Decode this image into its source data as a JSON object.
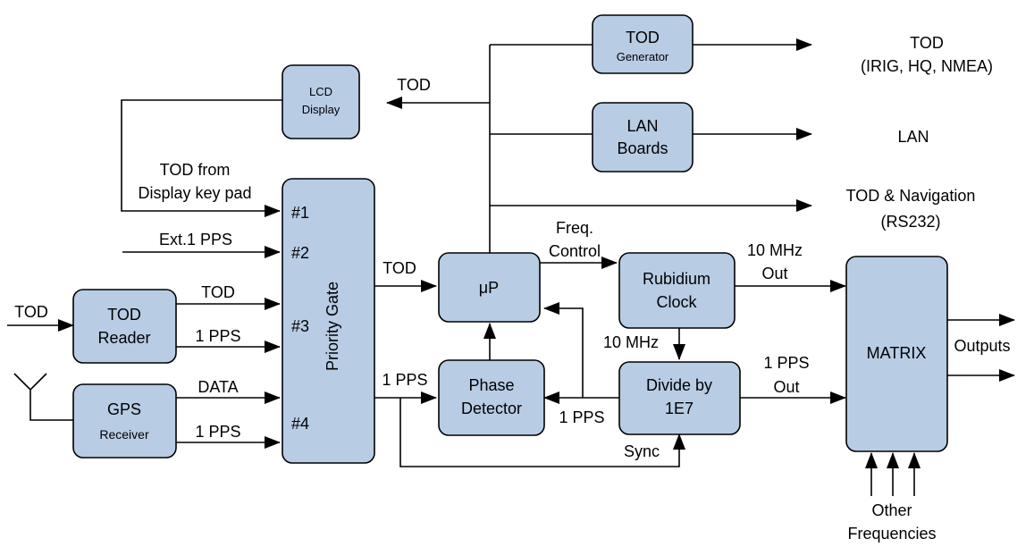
{
  "blocks": {
    "tod_generator": [
      "TOD",
      "Generator"
    ],
    "lcd_display": [
      "LCD",
      "Display"
    ],
    "lan_boards": [
      "LAN",
      "Boards"
    ],
    "priority_gate": "Priority Gate",
    "up": "μP",
    "rubidium_clock": [
      "Rubidium",
      "Clock"
    ],
    "tod_reader": [
      "TOD",
      "Reader"
    ],
    "gps_receiver": [
      "GPS",
      "Receiver"
    ],
    "phase_detector": [
      "Phase",
      "Detector"
    ],
    "divide_by": [
      "Divide by",
      "1E7"
    ],
    "matrix": "MATRIX"
  },
  "gate_inputs": [
    "#1",
    "#2",
    "#3",
    "#4"
  ],
  "labels": {
    "out_tod": [
      "TOD",
      "(IRIG, HQ, NMEA)"
    ],
    "out_lan": "LAN",
    "out_nav": [
      "TOD & Navigation",
      "(RS232)"
    ],
    "tod_to_lcd": "TOD",
    "tod_from_keypad": [
      "TOD from",
      "Display key pad"
    ],
    "ext_pps": "Ext.1 PPS",
    "tod_in": "TOD",
    "reader_tod": "TOD",
    "reader_pps": "1 PPS",
    "gps_data": "DATA",
    "gps_pps": "1 PPS",
    "gate_tod": "TOD",
    "gate_pps": "1 PPS",
    "freq_control": [
      "Freq.",
      "Control"
    ],
    "ten_mhz_out": [
      "10 MHz",
      "Out"
    ],
    "ten_mhz": "10 MHz",
    "one_pps_out": [
      "1 PPS",
      "Out"
    ],
    "feedback_pps": "1 PPS",
    "sync": "Sync",
    "outputs": "Outputs",
    "other_freq": [
      "Other",
      "Frequencies"
    ]
  }
}
